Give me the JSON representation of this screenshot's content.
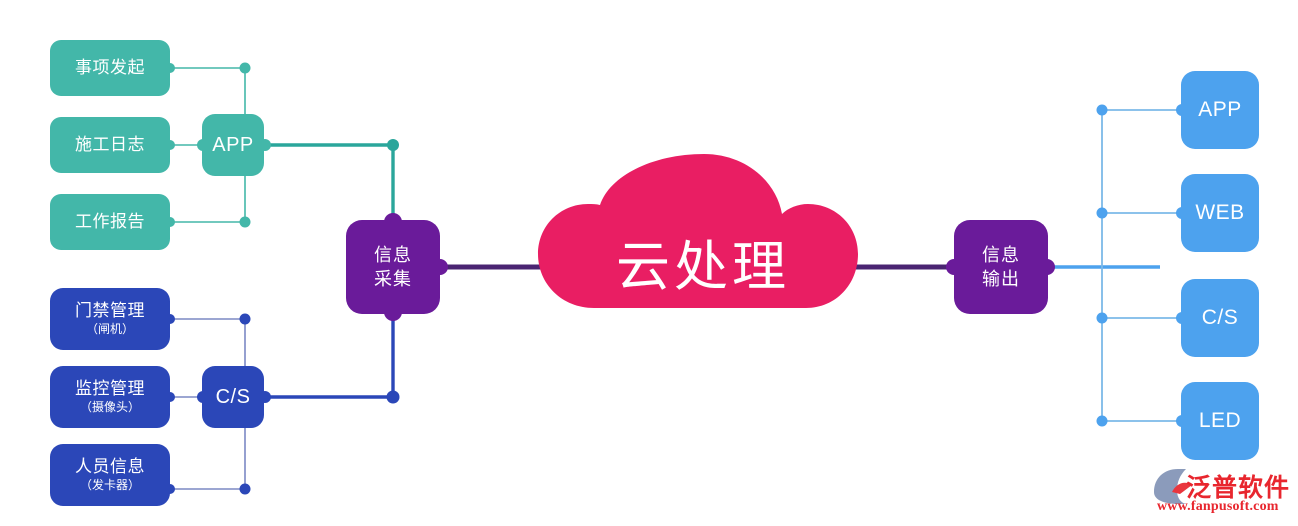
{
  "diagram": {
    "title": "云处理",
    "colors": {
      "teal": "#43b7a9",
      "blue_dark": "#2b47b8",
      "blue_light": "#4da2ee",
      "purple": "#6a1b9a",
      "pink": "#e91e63",
      "wire_purple": "#4a2472",
      "watermark_red": "#e8262e"
    },
    "inputs_app": {
      "hub_label": "APP",
      "items": [
        {
          "label": "事项发起"
        },
        {
          "label": "施工日志"
        },
        {
          "label": "工作报告"
        }
      ]
    },
    "inputs_cs": {
      "hub_label": "C/S",
      "items": [
        {
          "label": "门禁管理",
          "sub": "（闸机）"
        },
        {
          "label": "监控管理",
          "sub": "（摄像头）"
        },
        {
          "label": "人员信息",
          "sub": "（发卡器）"
        }
      ]
    },
    "collect": {
      "line1": "信息",
      "line2": "采集"
    },
    "cloud": {
      "label": "云处理"
    },
    "output": {
      "line1": "信息",
      "line2": "输出"
    },
    "outputs": [
      {
        "label": "APP"
      },
      {
        "label": "WEB"
      },
      {
        "label": "C/S"
      },
      {
        "label": "LED"
      }
    ]
  },
  "watermark": {
    "brand": "泛普软件",
    "url": "www.fanpusoft.com"
  }
}
